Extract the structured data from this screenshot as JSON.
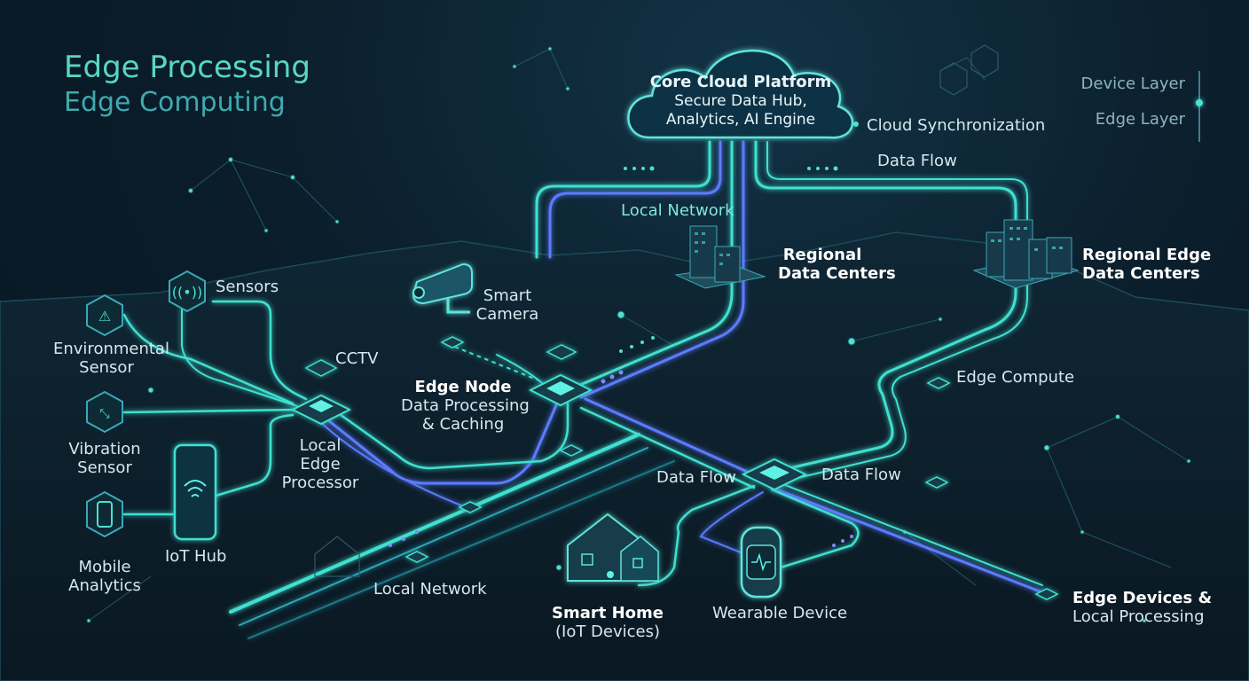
{
  "title": {
    "main": "Edge Processing",
    "sub": "Edge Computing"
  },
  "legend": {
    "device_layer": "Device Layer",
    "edge_layer": "Edge Layer"
  },
  "cloud": {
    "title": "Core Cloud Platform",
    "line1": "Secure Data Hub,",
    "line2": "Analytics, AI Engine"
  },
  "labels": {
    "cloud_sync": "Cloud Synchronization",
    "data_flow_top": "Data Flow",
    "local_network_top": "Local Network",
    "regional_dc": {
      "l1": "Regional",
      "l2": "Data Centers"
    },
    "regional_edge_dc": {
      "l1": "Regional Edge",
      "l2": "Data Centers"
    },
    "sensors": "Sensors",
    "environmental_sensor": {
      "l1": "Environmental",
      "l2": "Sensor"
    },
    "vibration_sensor": {
      "l1": "Vibration",
      "l2": "Sensor"
    },
    "mobile_analytics": {
      "l1": "Mobile",
      "l2": "Analytics"
    },
    "iot_hub": "IoT Hub",
    "cctv": "CCTV",
    "local_edge_processor": {
      "l1": "Local",
      "l2": "Edge",
      "l3": "Processor"
    },
    "smart_camera": {
      "l1": "Smart",
      "l2": "Camera"
    },
    "edge_node": {
      "l1": "Edge Node",
      "l2": "Data Processing",
      "l3": "& Caching"
    },
    "edge_compute": "Edge Compute",
    "data_flow_left": "Data Flow",
    "data_flow_right": "Data Flow",
    "local_network_bottom": "Local Network",
    "smart_home": {
      "l1": "Smart Home",
      "l2": "(IoT Devices)"
    },
    "wearable_device": "Wearable Device",
    "edge_devices": {
      "l1": "Edge Devices &",
      "l2": "Local Processing"
    }
  },
  "colors": {
    "accent": "#3fe0d0",
    "flow_blue": "#5b7cff",
    "bg": "#0b1a26"
  }
}
